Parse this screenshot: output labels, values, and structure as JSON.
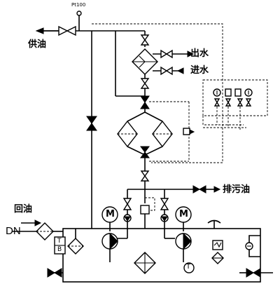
{
  "labels": {
    "pt100": "Pt100",
    "supply_oil": "供油",
    "water_out": "出水",
    "water_in": "进水",
    "drain_oil": "排污油",
    "return_oil": "回油",
    "dn": "DN"
  },
  "symbols": {
    "motor_letter": "M",
    "thermometer_letter": "T",
    "tb_top": "T",
    "tb_bottom": "B"
  },
  "colors": {
    "line": "#000000",
    "background": "#ffffff"
  }
}
